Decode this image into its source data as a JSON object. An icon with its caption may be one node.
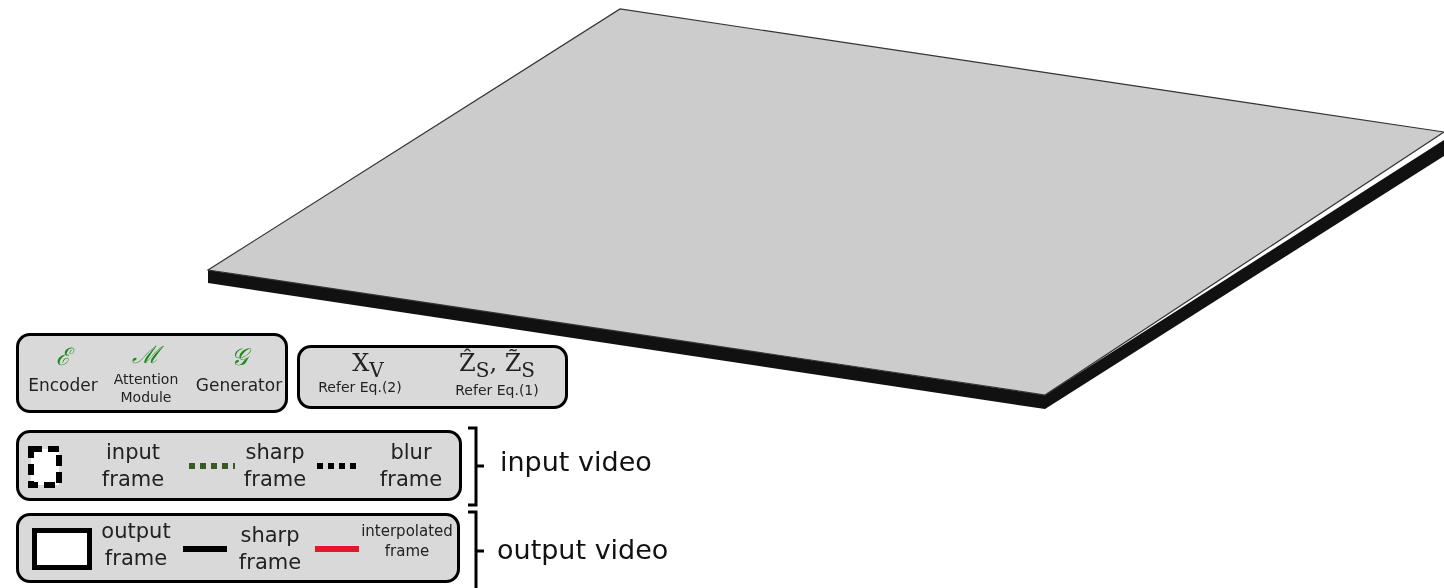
{
  "diagram": {
    "nodes": [
      {
        "text": [
          "ℰ",
          "Encoder",
          "ℳ",
          "Attention Module",
          "𝒢",
          "Generator"
        ]
      },
      {
        "text": [
          "X$_{V}$",
          "Refer Eq.(2)",
          "Ẑ$_{S}$, Z̃$_{S}$",
          "Refer Eq.(1)"
        ]
      },
      {
        "text": [
          "input frame",
          "sharp frame",
          "blur frame"
        ]
      },
      {
        "text": [
          "output frame",
          "sharp frame",
          "interpolated frame"
        ]
      }
    ],
    "edges": [],
    "labels": [
      "input video",
      "output video"
    ]
  }
}
